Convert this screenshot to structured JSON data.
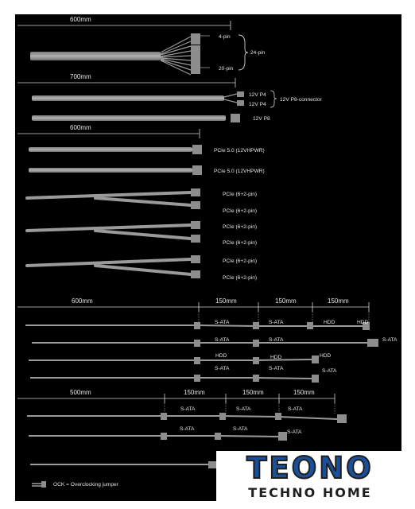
{
  "dimensions": {
    "group1": "600mm",
    "group2": "700mm",
    "group3": "600mm",
    "group4": "600mm",
    "group4_seg1": "150mm",
    "group4_seg2": "150mm",
    "group4_seg3": "150mm",
    "group5": "500mm",
    "group5_seg1": "150mm",
    "group5_seg2": "150mm",
    "group5_seg3": "150mm"
  },
  "atx": {
    "top": "4-pin",
    "combined": "24-pin",
    "bottom": "20-pin"
  },
  "cpu": {
    "p4a": "12V P4",
    "p4b": "12V P4",
    "p8_group": "12V P8-connector",
    "p8": "12V P8"
  },
  "pcie5": [
    "PCIe 5.0 (12VHPWR)",
    "PCIe 5.0 (12VHPWR)"
  ],
  "pcie": [
    "PCIe (6+2-pin)",
    "PCIe (6+2-pin)",
    "PCIe (6+2-pin)",
    "PCIe (6+2-pin)",
    "PCIe (6+2-pin)",
    "PCIe (6+2-pin)"
  ],
  "periph": {
    "r1": [
      "S-ATA",
      "S-ATA",
      "HDD",
      "HDD"
    ],
    "r2": [
      "S-ATA",
      "S-ATA",
      "S-ATA"
    ],
    "r3": [
      "HDD",
      "HDD",
      "HDD"
    ],
    "r4": [
      "S-ATA",
      "S-ATA",
      "S-ATA"
    ],
    "r5": [
      "S-ATA",
      "S-ATA",
      "S-ATA"
    ],
    "r6": [
      "S-ATA",
      "S-ATA",
      "S-ATA"
    ]
  },
  "legend": {
    "ock": "OCK = Overclocking jumper"
  },
  "logo": {
    "word": "TEONO",
    "sub": "TECHNO HOME"
  },
  "colors": {
    "cable": "#9a9a9a",
    "connector": "#8d8d8d",
    "background": "#000000",
    "text": "#e6e6e6"
  }
}
